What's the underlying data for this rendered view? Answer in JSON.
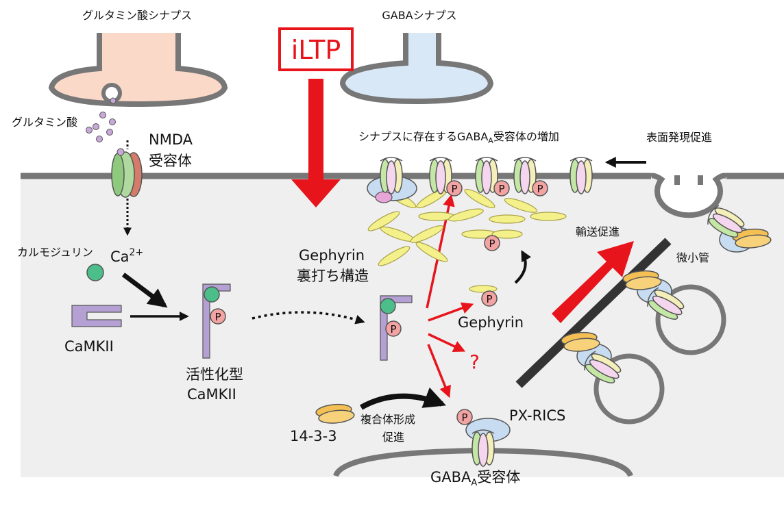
{
  "labels": {
    "glutamate_synapse": "グルタミン酸シナプス",
    "gaba_synapse": "GABAシナプス",
    "iltp": "iLTP",
    "glutamate": "グルタミン酸",
    "nmda_line1": "NMDA",
    "nmda_line2": "受容体",
    "synaptic_increase_pre": "シナプスに存在するGABA",
    "synaptic_increase_sub": "A",
    "synaptic_increase_post": "受容体の増加",
    "surface_expression": "表面発現促進",
    "transport": "輸送促進",
    "microtubule": "微小管",
    "calmodulin": "カルモジュリン",
    "ca": "Ca",
    "ca_sup": "2+",
    "camkii": "CaMKII",
    "active_line1": "活性化型",
    "active_line2": "CaMKII",
    "gephyrin_scaffold_line1": "Gephyrin",
    "gephyrin_scaffold_line2": "裏打ち構造",
    "gephyrin": "Gephyrin",
    "question": "?",
    "px_rics": "PX-RICS",
    "protein_1433": "14-3-3",
    "complex_line1": "複合体形成",
    "complex_line2": "促進",
    "gabaa_receptor_pre": "GABA",
    "gabaa_receptor_sub": "A",
    "gabaa_receptor_post": "受容体",
    "phospho": "P"
  },
  "colors": {
    "membrane": "#777777",
    "cytoplasm": "#efefef",
    "red_accent": "#e8141c",
    "glutamate_terminal": "#fbd9c8",
    "gaba_terminal": "#d9e8f6",
    "camkii": "#b4a0d3",
    "calmodulin": "#4cbe8a",
    "phospho": "#f4a3a3",
    "gephyrin": "#f4f08a",
    "protein_1433": "#f4c054",
    "scaffold_blue": "#c7dcf0",
    "microtubule": "#333333"
  },
  "icons": [
    "phospho-icon",
    "receptor-icon",
    "calmodulin-icon",
    "camkii-icon",
    "vesicle-icon"
  ]
}
